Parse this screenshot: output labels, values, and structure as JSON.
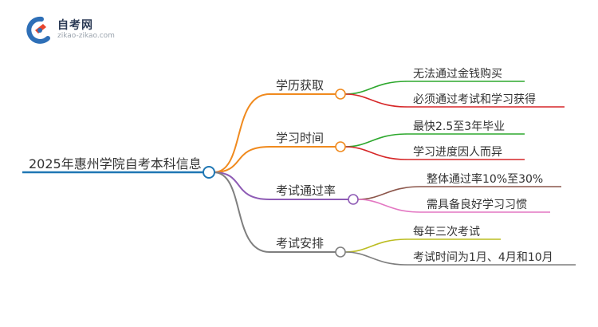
{
  "logo": {
    "name": "自考网",
    "url": "zikao-zikao.com"
  },
  "mindmap": {
    "root": "2025年惠州学院自考本科信息",
    "branches": [
      {
        "label": "学历获取",
        "color": "#F08A1E",
        "leaves": [
          {
            "label": "无法通过金钱购买",
            "color": "#2EA82E"
          },
          {
            "label": "必须通过考试和学习获得",
            "color": "#D62728"
          }
        ]
      },
      {
        "label": "学习时间",
        "color": "#F08A1E",
        "leaves": [
          {
            "label": "最快2.5至3年毕业",
            "color": "#2EA82E"
          },
          {
            "label": "学习进度因人而异",
            "color": "#D62728"
          }
        ]
      },
      {
        "label": "考试通过率",
        "color": "#8E5BB5",
        "leaves": [
          {
            "label": "整体通过率10%至30%",
            "color": "#8C564B"
          },
          {
            "label": "需具备良好学习习惯",
            "color": "#E377C2"
          }
        ]
      },
      {
        "label": "考试安排",
        "color": "#7F7F7F",
        "leaves": [
          {
            "label": "每年三次考试",
            "color": "#BCBD22"
          },
          {
            "label": "考试时间为1月、4月和10月",
            "color": "#7F7F7F"
          }
        ]
      }
    ],
    "root_color": "#1F77B4"
  }
}
